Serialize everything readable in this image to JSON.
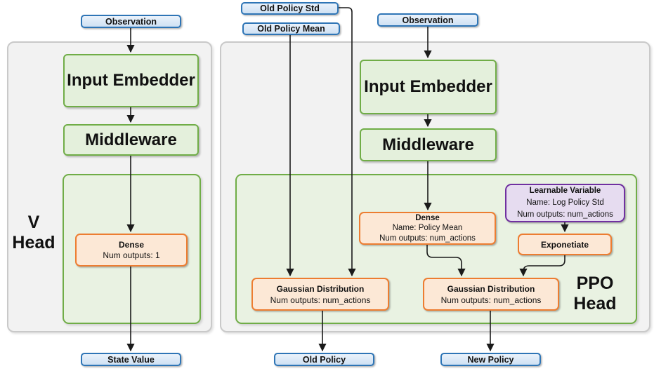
{
  "diagram": {
    "io_nodes": {
      "observation_left": "Observation",
      "old_policy_std": "Old Policy Std",
      "old_policy_mean": "Old Policy Mean",
      "observation_right": "Observation",
      "state_value": "State Value",
      "old_policy": "Old Policy",
      "new_policy": "New Policy"
    },
    "v_head": {
      "label_line1": "V",
      "label_line2": "Head",
      "input_embedder": "Input Embedder",
      "middleware": "Middleware",
      "dense": {
        "title": "Dense",
        "line1": "Num outputs: 1"
      }
    },
    "ppo_head": {
      "label_line1": "PPO",
      "label_line2": "Head",
      "input_embedder": "Input Embedder",
      "middleware": "Middleware",
      "dense": {
        "title": "Dense",
        "line1": "Name: Policy Mean",
        "line2": "Num outputs: num_actions"
      },
      "learnable_variable": {
        "title": "Learnable Variable",
        "line1": "Name: Log Policy Std",
        "line2": "Num outputs: num_actions"
      },
      "exponetiate": "Exponetiate",
      "gaussian_old": {
        "title": "Gaussian Distribution",
        "line1": "Num outputs: num_actions"
      },
      "gaussian_new": {
        "title": "Gaussian Distribution",
        "line1": "Num outputs: num_actions"
      }
    },
    "colors": {
      "blue_border": "#2e75b6",
      "blue_fill": "#d9e7f6",
      "green_border": "#70ad47",
      "green_fill": "#e4f0dc",
      "green_container_fill": "#e9f2e2",
      "orange_border": "#ed7d31",
      "orange_fill": "#fce8d6",
      "purple_border": "#7030a0",
      "purple_fill": "#e6dcf0",
      "panel_fill": "#f2f2f2",
      "panel_border": "#c9c9c9",
      "arrow": "#1a1a1a"
    }
  }
}
